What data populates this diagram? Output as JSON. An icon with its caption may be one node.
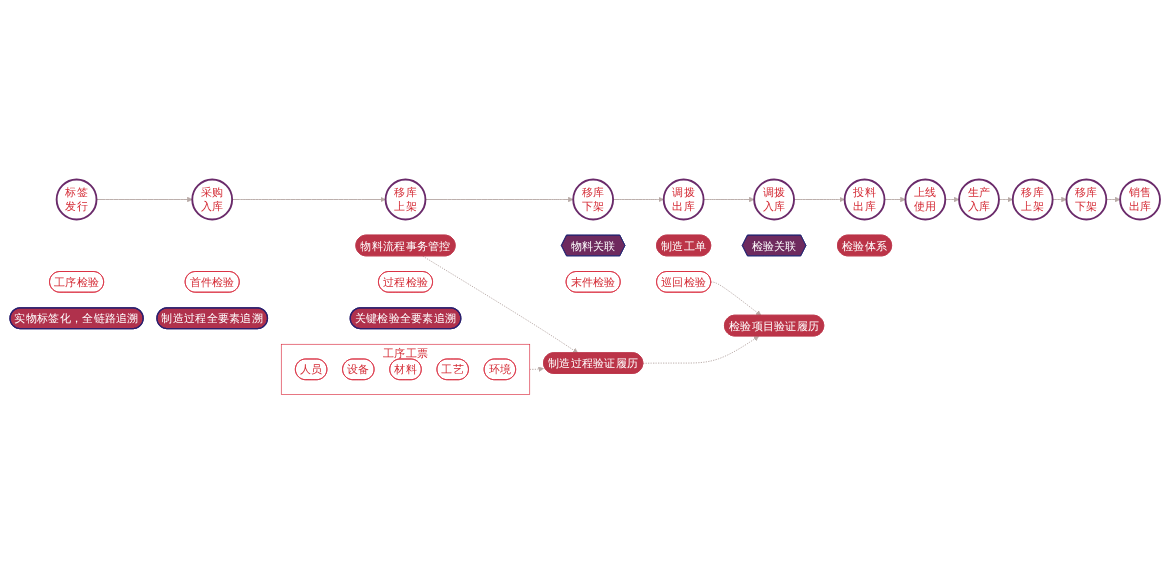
{
  "diagram": {
    "nodes": [
      {
        "text": [
          "实物标签化，全链路追溯"
        ]
      },
      {
        "text": [
          "标签发行"
        ]
      },
      {
        "text": [
          "采购入库"
        ]
      },
      {
        "text": [
          "移库上架"
        ]
      },
      {
        "text": [
          "移库下架"
        ]
      },
      {
        "text": [
          "上线使用"
        ]
      },
      {
        "text": [
          "投料出库"
        ]
      },
      {
        "text": [
          "调拨入库"
        ]
      },
      {
        "text": [
          "调拨出库"
        ]
      },
      {
        "text": [
          "生产入库"
        ]
      },
      {
        "text": [
          "移库上架"
        ]
      },
      {
        "text": [
          "移库下架"
        ]
      },
      {
        "text": [
          "销售出库"
        ]
      },
      {
        "text": [
          "物料流程事务管控"
        ]
      },
      {
        "text": [
          "物料关联"
        ]
      },
      {
        "text": [
          "制造过程全要素追溯"
        ]
      },
      {
        "text": [
          "制造工单"
        ]
      },
      {
        "text": [
          "工序工票"
        ]
      },
      {
        "text": [
          "人员"
        ],
        "in": 17
      },
      {
        "text": [
          "设备"
        ],
        "in": 17
      },
      {
        "text": [
          "材料"
        ],
        "in": 17
      },
      {
        "text": [
          "工艺"
        ],
        "in": 17
      },
      {
        "text": [
          "环境"
        ],
        "in": 17
      },
      {
        "text": [
          "制造过程验证履历"
        ]
      },
      {
        "text": [
          "检验关联"
        ]
      },
      {
        "text": [
          "关键检验全要素追溯"
        ]
      },
      {
        "text": [
          "检验体系"
        ]
      },
      {
        "text": [
          "工序检验"
        ]
      },
      {
        "text": [
          "首件检验"
        ]
      },
      {
        "text": [
          "过程检验"
        ]
      },
      {
        "text": [
          "末件检验"
        ]
      },
      {
        "text": [
          "巡回检验"
        ]
      },
      {
        "text": [
          "检验项目验证履历"
        ]
      }
    ],
    "edges": [
      {
        "from": 1,
        "to": 2,
        "arrow": "to"
      },
      {
        "from": 2,
        "to": 3,
        "arrow": "to"
      },
      {
        "from": 3,
        "to": 4,
        "arrow": "to"
      },
      {
        "from": 4,
        "to": 8,
        "arrow": "to"
      },
      {
        "from": 8,
        "to": 7,
        "arrow": "to"
      },
      {
        "from": 7,
        "to": 6,
        "arrow": "to"
      },
      {
        "from": 6,
        "to": 5,
        "arrow": "to"
      },
      {
        "from": 5,
        "to": 9,
        "arrow": "to"
      },
      {
        "from": 9,
        "to": 10,
        "arrow": "to"
      },
      {
        "from": 10,
        "to": 11,
        "arrow": "to"
      },
      {
        "from": 11,
        "to": 12,
        "arrow": "to"
      },
      {
        "from": 17,
        "to": 23,
        "arrow": "to",
        "style": "dashed"
      },
      {
        "from": 13,
        "to": 23,
        "arrow": "to",
        "style": "dashed"
      },
      {
        "from": 31,
        "to": 32,
        "arrow": "to",
        "style": "dashed"
      },
      {
        "from": 23,
        "to": 32,
        "arrow": "to",
        "style": "dashed"
      }
    ]
  }
}
